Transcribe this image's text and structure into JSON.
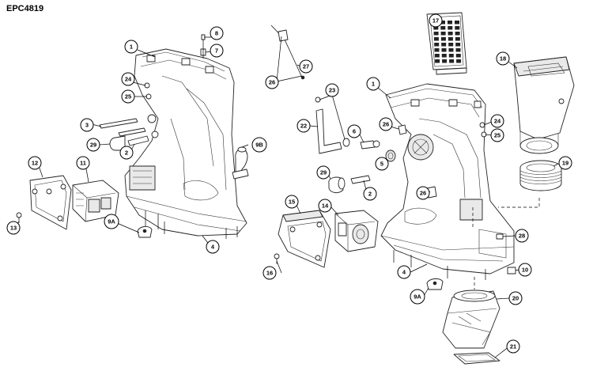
{
  "diagram_code": "EPC4819",
  "callouts": {
    "c1_left": "1",
    "c8": "8",
    "c7": "7",
    "c24_left": "24",
    "c25_left": "25",
    "c3": "3",
    "c29_left": "29",
    "c2_left": "2",
    "c9b": "9B",
    "c12": "12",
    "c11": "11",
    "c13": "13",
    "c9a_left": "9A",
    "c4_left": "4",
    "c17": "17",
    "c18": "18",
    "c27": "27",
    "c26_top": "26",
    "c1_right": "1",
    "c23": "23",
    "c22": "22",
    "c6": "6",
    "c26_mid": "26",
    "c24_right": "24",
    "c25_right": "25",
    "c5": "5",
    "c19": "19",
    "c29_right": "29",
    "c2_right": "2",
    "c26_low": "26",
    "c15": "15",
    "c14": "14",
    "c28": "28",
    "c16": "16",
    "c4_right": "4",
    "c10": "10",
    "c9a_right": "9A",
    "c20": "20",
    "c21": "21"
  }
}
